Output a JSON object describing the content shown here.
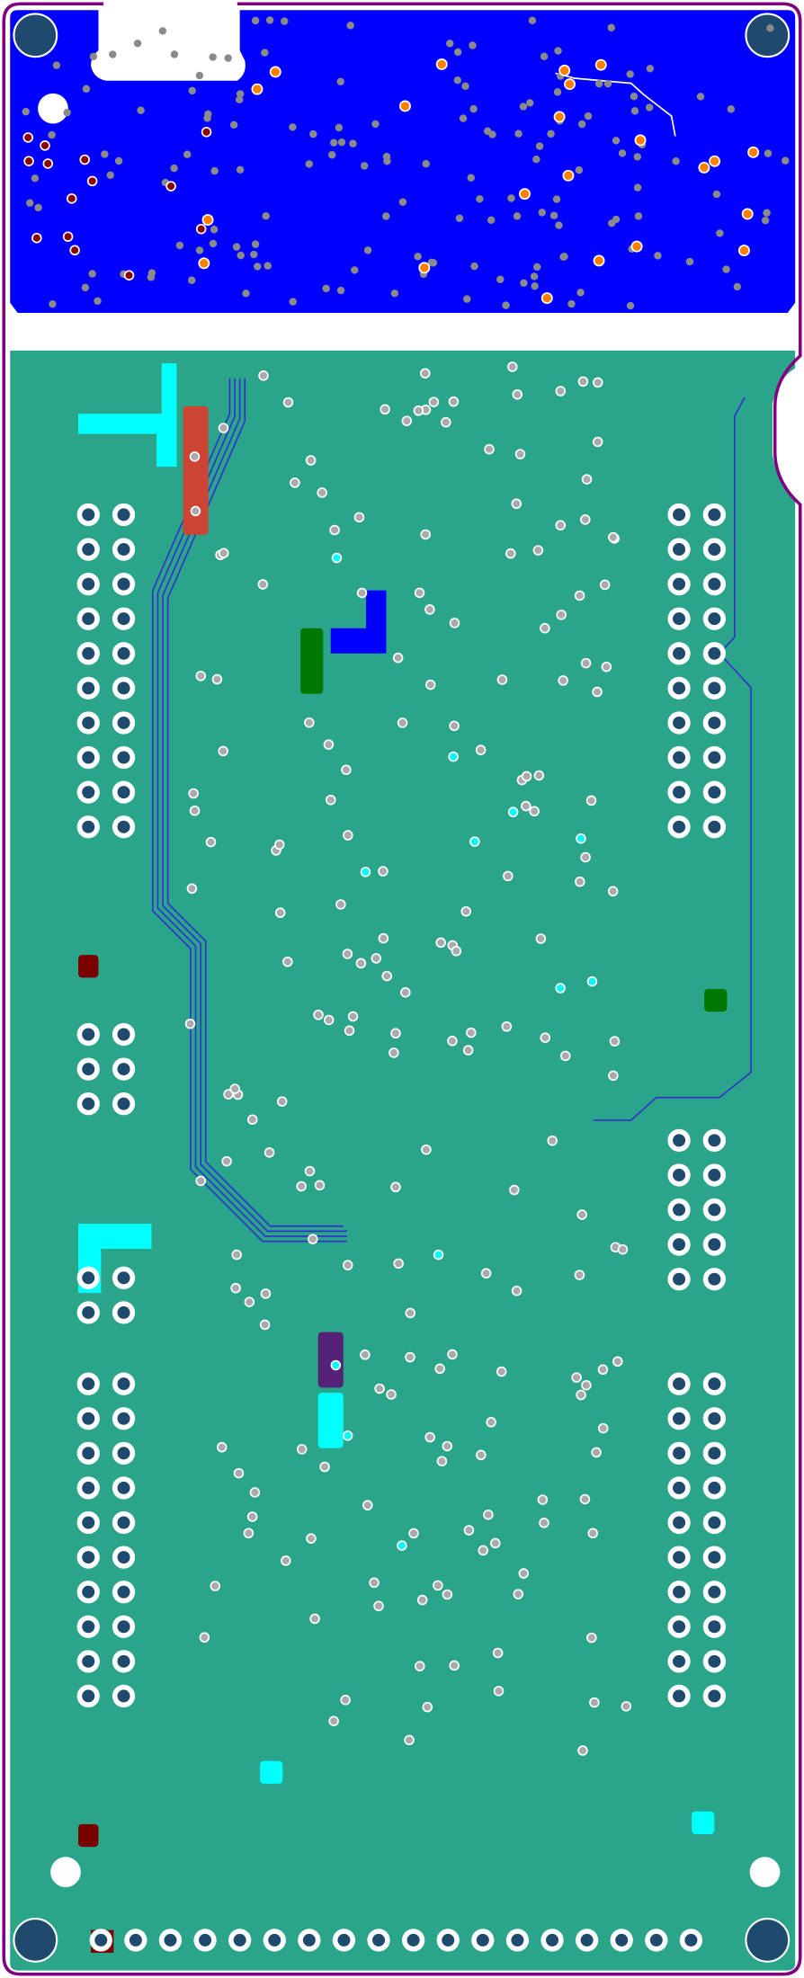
{
  "colors": {
    "background": "#ffffff",
    "board_outline": "#800080",
    "top_copper_zone": "#0000ff",
    "bottom_copper_zone": "#2aa58a",
    "mounting_hole": "#1f4a6e",
    "via": "#8a8a8a",
    "via_orange": "#ff8000",
    "via_darkred": "#8b0000",
    "pad_cyan": "#00ffff",
    "pad_red": "#cc4433",
    "pad_green": "#007700",
    "pad_purple": "#552277",
    "pad_maroon": "#7a0000",
    "pad_blue": "#0000ff",
    "trace": "#3333cc"
  },
  "icons": {
    "mounting-hole": "circle",
    "through-hole-pad": "ring",
    "via": "dot"
  }
}
